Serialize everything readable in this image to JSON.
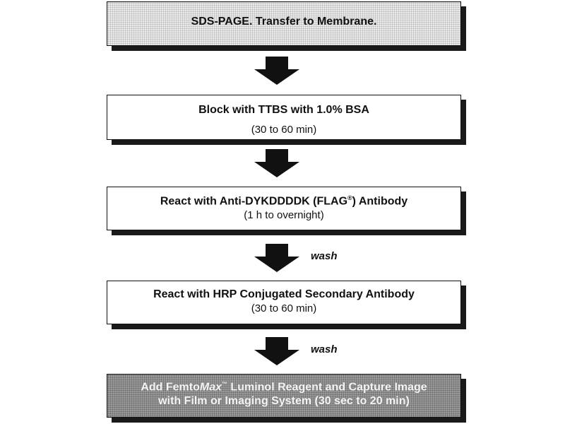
{
  "steps": [
    {
      "title": "SDS-PAGE.  Transfer to Membrane."
    },
    {
      "title": "Block with TTBS with 1.0% BSA",
      "time": "(30 to 60 min)"
    },
    {
      "title_pre": "React with Anti-DYKDDDDK (FLAG",
      "title_sup": "®",
      "title_post": ") Antibody",
      "time": "(1 h to overnight)"
    },
    {
      "title": "React with HRP Conjugated Secondary Antibody",
      "time": "(30 to 60 min)"
    },
    {
      "title_pre": "Add Femto",
      "title_italic": "Max",
      "title_tm": "™",
      "title_post": " Luminol Reagent and Capture Image",
      "line2": "with Film or Imaging System (30 sec to 20 min)"
    }
  ],
  "connectors": [
    {
      "label": ""
    },
    {
      "label": ""
    },
    {
      "label": "wash"
    },
    {
      "label": "wash"
    }
  ],
  "colors": {
    "light_fill": "#eaeaea",
    "dark_fill": "#9a9a9a",
    "border": "#111111",
    "arrow": "#111111"
  }
}
